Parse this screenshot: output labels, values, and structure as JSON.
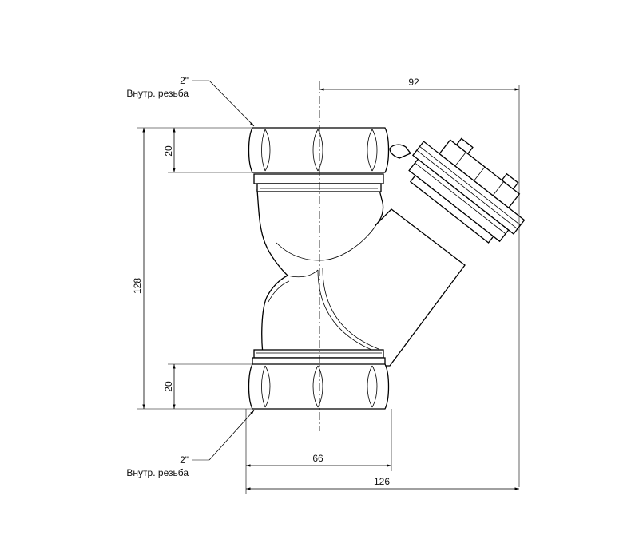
{
  "dimensions": {
    "top_width": "92",
    "overall_height": "128",
    "top_nut_height": "20",
    "bottom_nut_height": "20",
    "body_width": "66",
    "overall_width": "126"
  },
  "callouts": {
    "top": {
      "size": "2\"",
      "label": "Внутр. резьба"
    },
    "bottom": {
      "size": "2\"",
      "label": "Внутр. резьба"
    }
  },
  "colors": {
    "line": "#000000",
    "body_fill": "#ffffff",
    "background": "#ffffff"
  }
}
